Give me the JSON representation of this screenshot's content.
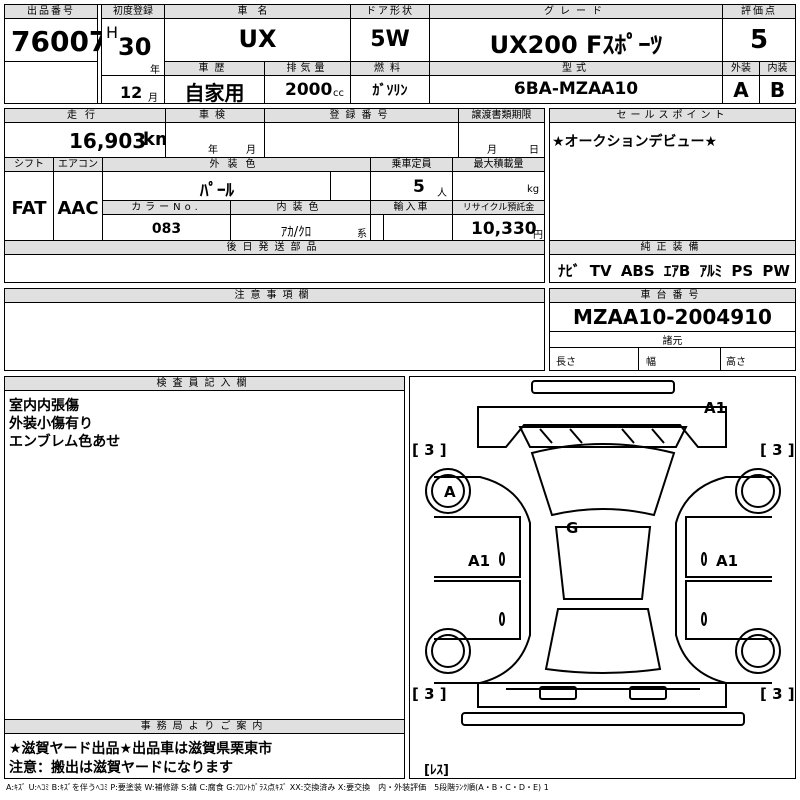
{
  "header": {
    "lot_label": "出品番号",
    "lot_value": "76007",
    "first_reg_label": "初度登録",
    "era": "H",
    "year": "30",
    "year_unit": "年",
    "month": "12",
    "month_unit": "月",
    "car_name_label": "車名",
    "car_name": "UX",
    "door_label": "ドア形状",
    "door": "5W",
    "grade_label": "グレード",
    "grade": "UX200 Fｽﾎﾟｰﾂ",
    "score_label": "評価点",
    "score": "5",
    "history_label": "車歴",
    "history": "自家用",
    "displacement_label": "排気量",
    "displacement": "2000",
    "displacement_unit": "cc",
    "fuel_label": "燃料",
    "fuel": "ｶﾞｿﾘﾝ",
    "model_label": "型式",
    "model": "6BA-MZAA10",
    "ext_label": "外装",
    "ext": "A",
    "int_label": "内装",
    "int": "B"
  },
  "row2": {
    "mileage_label": "走行",
    "mileage": "16,903",
    "mileage_unit": "km",
    "inspection_label": "車検",
    "insp_year": "年",
    "insp_month": "月",
    "reg_no_label": "登録番号",
    "transfer_label": "譲渡書類期限",
    "transfer_month": "月",
    "transfer_day": "日",
    "shift_label": "シフト",
    "shift": "FAT",
    "ac_label": "エアコン",
    "ac": "AAC",
    "color_label": "外装色",
    "color": "ﾊﾟｰﾙ",
    "capacity_label": "乗車定員",
    "capacity": "5",
    "capacity_unit": "人",
    "load_label": "最大積載量",
    "load_unit": "kg",
    "color_no_label": "カラーNo.",
    "color_no": "083",
    "int_color_label": "内装色",
    "int_color": "ｱｶ/ｸﾛ",
    "int_color_unit": "系",
    "import_label": "輸入車",
    "recycle_label": "リサイクル預託金",
    "recycle": "10,330",
    "recycle_unit": "円",
    "later_parts_label": "後日発送部品"
  },
  "sales": {
    "label": "セールスポイント",
    "text": "★オークションデビュー★"
  },
  "equipment": {
    "label": "純正装備",
    "items": [
      "ﾅﾋﾞ",
      "TV",
      "ABS",
      "ｴｱB",
      "ｱﾙﾐ",
      "PS",
      "PW"
    ]
  },
  "notes": {
    "label": "注意事項欄"
  },
  "chassis": {
    "label": "車台番号",
    "value": "MZAA10-2004910",
    "spec_label": "諸元",
    "length": "長さ",
    "width": "幅",
    "height": "高さ"
  },
  "inspector": {
    "label": "検査員記入欄",
    "lines": [
      "室内内張傷",
      "外装小傷有り",
      "エンブレム色あせ"
    ]
  },
  "office": {
    "label": "事務局よりご案内",
    "lines": [
      "★滋賀ヤード出品★出品車は滋賀県栗東市",
      "注意：搬出は滋賀ヤードになります"
    ]
  },
  "diagram": {
    "marks": {
      "a1_top": "A1",
      "a_left": "A",
      "g": "G",
      "a1_left": "A1",
      "a1_right": "A1",
      "b3_tl": "[ 3 ]",
      "b3_tr": "[ 3 ]",
      "b3_bl": "[ 3 ]",
      "b3_br": "[ 3 ]",
      "les": "[ﾚｽ]"
    }
  },
  "legend": "A:ｷｽﾞ U:ﾍｺﾐ B:ｷｽﾞを伴うﾍｺﾐ P:要塗装 W:補修跡 S:錆 C:腐食 G:ﾌﾛﾝﾄｶﾞﾗｽ点ｷｽﾞ XX:交換済み X:要交換　内・外装評価　5段階ﾗﾝｸ順(A・B・C・D・E) 1"
}
